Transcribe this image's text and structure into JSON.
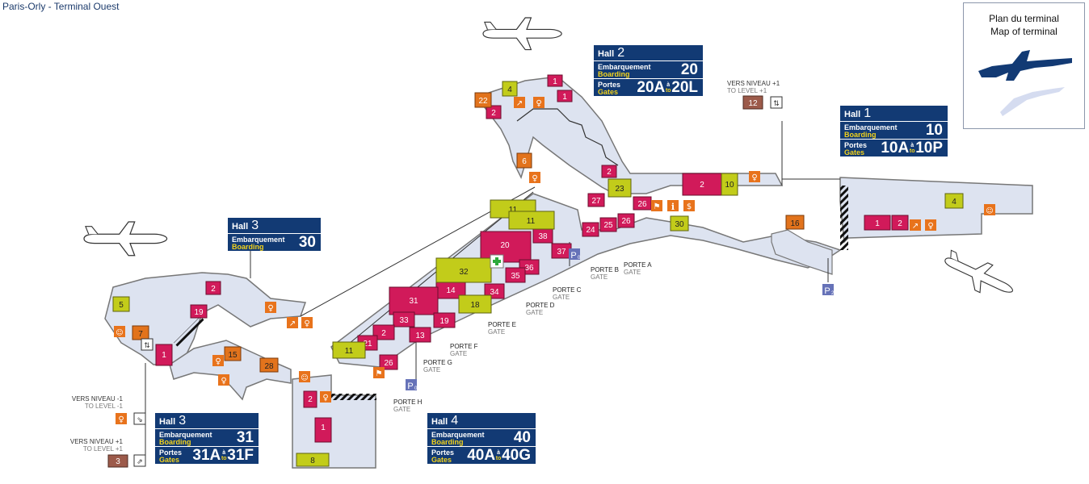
{
  "title": "Paris-Orly - Terminal Ouest",
  "legend": {
    "line1": "Plan du terminal",
    "line2": "Map of terminal"
  },
  "halls": [
    {
      "id": "hall-3-top",
      "hall_word": "Hall",
      "hall_num": "3",
      "boarding_fr": "Embarquement",
      "boarding_en": "Boarding",
      "boarding_num": "30"
    },
    {
      "id": "hall-2",
      "hall_word": "Hall",
      "hall_num": "2",
      "boarding_fr": "Embarquement",
      "boarding_en": "Boarding",
      "boarding_num": "20",
      "gates_fr": "Portes",
      "gates_en": "Gates",
      "gate_from": "20A",
      "gate_to": "20L",
      "a": "à",
      "to": "to"
    },
    {
      "id": "hall-1",
      "hall_word": "Hall",
      "hall_num": "1",
      "boarding_fr": "Embarquement",
      "boarding_en": "Boarding",
      "boarding_num": "10",
      "gates_fr": "Portes",
      "gates_en": "Gates",
      "gate_from": "10A",
      "gate_to": "10P",
      "a": "à",
      "to": "to"
    },
    {
      "id": "hall-3-bottom",
      "hall_word": "Hall",
      "hall_num": "3",
      "boarding_fr": "Embarquement",
      "boarding_en": "Boarding",
      "boarding_num": "31",
      "gates_fr": "Portes",
      "gates_en": "Gates",
      "gate_from": "31A",
      "gate_to": "31F",
      "a": "à",
      "to": "to"
    },
    {
      "id": "hall-4",
      "hall_word": "Hall",
      "hall_num": "4",
      "boarding_fr": "Embarquement",
      "boarding_en": "Boarding",
      "boarding_num": "40",
      "gates_fr": "Portes",
      "gates_en": "Gates",
      "gate_from": "40A",
      "gate_to": "40G",
      "a": "à",
      "to": "to"
    }
  ],
  "levels": {
    "up_top": {
      "fr": "VERS NIVEAU +1",
      "en": "TO LEVEL +1",
      "num": "12"
    },
    "down_left": {
      "fr": "VERS NIVEAU -1",
      "en": "TO LEVEL -1"
    },
    "up_left": {
      "fr": "VERS NIVEAU +1",
      "en": "TO LEVEL +1",
      "num": "3"
    }
  },
  "gates": [
    {
      "id": "porte-a",
      "fr": "PORTE A",
      "en": "GATE"
    },
    {
      "id": "porte-b",
      "fr": "PORTE B",
      "en": "GATE"
    },
    {
      "id": "porte-c",
      "fr": "PORTE C",
      "en": "GATE"
    },
    {
      "id": "porte-d",
      "fr": "PORTE D",
      "en": "GATE"
    },
    {
      "id": "porte-e",
      "fr": "PORTE E",
      "en": "GATE"
    },
    {
      "id": "porte-f",
      "fr": "PORTE F",
      "en": "GATE"
    },
    {
      "id": "porte-g",
      "fr": "PORTE G",
      "en": "GATE"
    },
    {
      "id": "porte-h",
      "fr": "PORTE H",
      "en": "GATE"
    }
  ],
  "parking": {
    "p0_a": "P",
    "p0_a_sub": "0",
    "p0_b": "P",
    "p0_b_sub": "0",
    "p2": "P",
    "p2_sub": "2"
  },
  "markers": {
    "m1a": "1",
    "m1b": "1",
    "m1c": "1",
    "m1d": "1",
    "m1e": "1",
    "m2a": "2",
    "m2b": "2",
    "m2c": "2",
    "m2d": "2",
    "m2e": "2",
    "m2f": "2",
    "m2g": "2",
    "m4a": "4",
    "m4b": "4",
    "m5": "5",
    "m6": "6",
    "m7": "7",
    "m8": "8",
    "m10": "10",
    "m11a": "11",
    "m11b": "11",
    "m11c": "11",
    "m13": "13",
    "m14": "14",
    "m15": "15",
    "m16": "16",
    "m18": "18",
    "m19a": "19",
    "m19b": "19",
    "m20": "20",
    "m21": "21",
    "m22": "22",
    "m23": "23",
    "m24": "24",
    "m25": "25",
    "m26a": "26",
    "m26b": "26",
    "m26c": "26",
    "m27": "27",
    "m28": "28",
    "m30": "30",
    "m31": "31",
    "m32": "32",
    "m33": "33",
    "m34": "34",
    "m35": "35",
    "m36": "36",
    "m37": "37",
    "m38": "38"
  },
  "colors": {
    "shop": "#d11a5a",
    "food": "#c2cc1a",
    "service": "#e2731c",
    "navy": "#123a74",
    "floor": "#dde3f0",
    "wall": "#777777",
    "info": "#e8731c"
  },
  "icons": [
    "airplane-icon",
    "toilet-icon",
    "info-icon",
    "first-aid-icon",
    "escalator-icon",
    "elevator-icon",
    "luggage-icon",
    "currency-exchange-icon",
    "playground-icon"
  ]
}
